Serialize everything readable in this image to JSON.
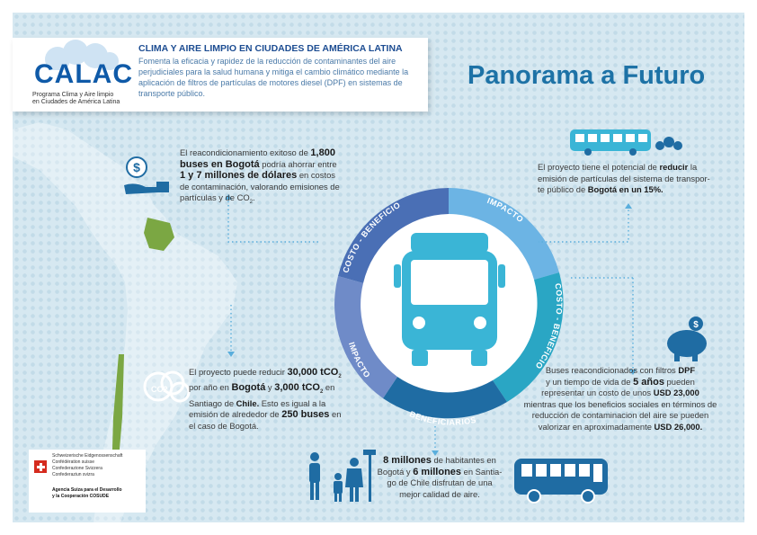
{
  "header": {
    "logo_text": "CALAC",
    "logo_subtitle_1": "Programa Clima y Aire limpio",
    "logo_subtitle_2": "en Ciudades de América Latina",
    "title": "CLIMA Y AIRE LIMPIO EN CIUDADES DE AMÉRICA LATINA",
    "description": "Fomenta la eficacia y rapidez de la reducción de contaminantes del aire perjudiciales para la salud humana y mitiga el cambio climático mediante la aplicación de filtros de partículas de motores diesel (DPF) en sistemas de transporte público."
  },
  "main_title": "Panorama a Futuro",
  "ring_labels": {
    "costo_beneficio_left": "COSTO - BENEFICIO",
    "impacto_top": "IMPACTO",
    "costo_beneficio_right": "COSTO - BENEFICIO",
    "impacto_left": "IMPACTO",
    "beneficiarios": "BENEFICIARIOS"
  },
  "blocks": {
    "costo_left": {
      "t1": "El reacondicionamiento exitoso de ",
      "b1": "1,800",
      "b2": "buses en Bogotá",
      "t2": " podría ahorrar entre",
      "b3": "1 y 7 millones de dólares",
      "t3": " en costos",
      "t4": "de contaminación, valorando emisiones de",
      "t5": "partículas y de CO",
      "sub": "2"
    },
    "impacto_top": {
      "t1": "El proyecto tiene el potencial de ",
      "b1": "reducir",
      "t2": " la",
      "t3": "emisión de partículas del sistema de transpor-",
      "t4": "te público de ",
      "b2": "Bogotá en un 15%."
    },
    "impacto_left": {
      "t1": "El proyecto puede reducir ",
      "b1": "30,000 tCO",
      "t2": "por año en ",
      "b2": "Bogotá",
      "t3": " y ",
      "b3": "3,000 tCO",
      "t4": " en",
      "t5": "Santiago de ",
      "b4": "Chile.",
      "t6": " Esto es igual a la",
      "t7": "emisión de alrededor de ",
      "b5": "250 buses",
      "t8": " en",
      "t9": "el caso de Bogotá.",
      "sub": "2"
    },
    "costo_right": {
      "t1": "Buses reacondicionados con filtros ",
      "b1": "DPF",
      "t2": "y un tiempo de vida de ",
      "b2": "5 años",
      "t3": " pueden",
      "t4": "representar un costo de unos ",
      "b3": "USD 23,000",
      "t5": "mientras que los beneficios sociales en términos de",
      "t6": "reducción de contaminacion del aire se pueden",
      "t7": "valorizar en aproximadamente ",
      "b4": "USD 26,000."
    },
    "beneficiarios": {
      "b1": "8 millones",
      "t1": " de habitantes en",
      "t2": "Bogotá y ",
      "b2": "6 millones",
      "t3": " en Santia-",
      "t4": "go de Chile disfrutan de una",
      "t5": "mejor calidad de aire."
    }
  },
  "icons": {
    "co2_cloud_text": "CO2"
  },
  "footer": {
    "lines": [
      "Schweizerische Eidgenossenschaft",
      "Confédération suisse",
      "Confederazione Svizzera",
      "Confederaziun svizra"
    ],
    "agency_1": "Agencia Suiza para el Desarrollo",
    "agency_2": "y la Cooperación COSUDE"
  },
  "colors": {
    "panel": "#d6e8f1",
    "ring_blue_1": "#4a6fb5",
    "ring_light": "#6cb4e4",
    "ring_teal": "#2aa6c4",
    "ring_dark": "#1f6ca3",
    "ring_purple": "#6f8bc8",
    "bus": "#3ab5d6",
    "title": "#1d72a6"
  }
}
